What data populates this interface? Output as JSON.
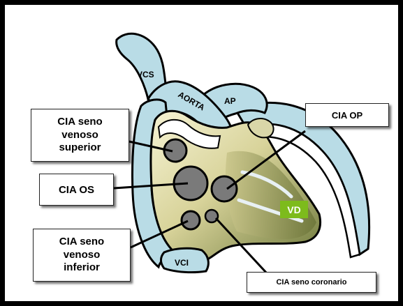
{
  "labels": {
    "vcs": "VCS",
    "aorta": "AORTA",
    "ap": "AP",
    "vci": "VCI",
    "vd": "VD"
  },
  "callouts": {
    "seno_venoso_superior": "CIA seno\nvenoso\nsuperior",
    "os": "CIA OS",
    "seno_venoso_inferior": "CIA seno\nvenoso\ninferior",
    "op": "CIA OP",
    "seno_coronario": "CIA seno coronario"
  },
  "colors": {
    "vessel_fill": "#b9dce6",
    "septum_light": "#f4f1d0",
    "septum_dark": "#6f7a3c",
    "defect": "#7a7a7a",
    "vd_badge": "#7dbb1c",
    "frame_border": "#000000"
  }
}
